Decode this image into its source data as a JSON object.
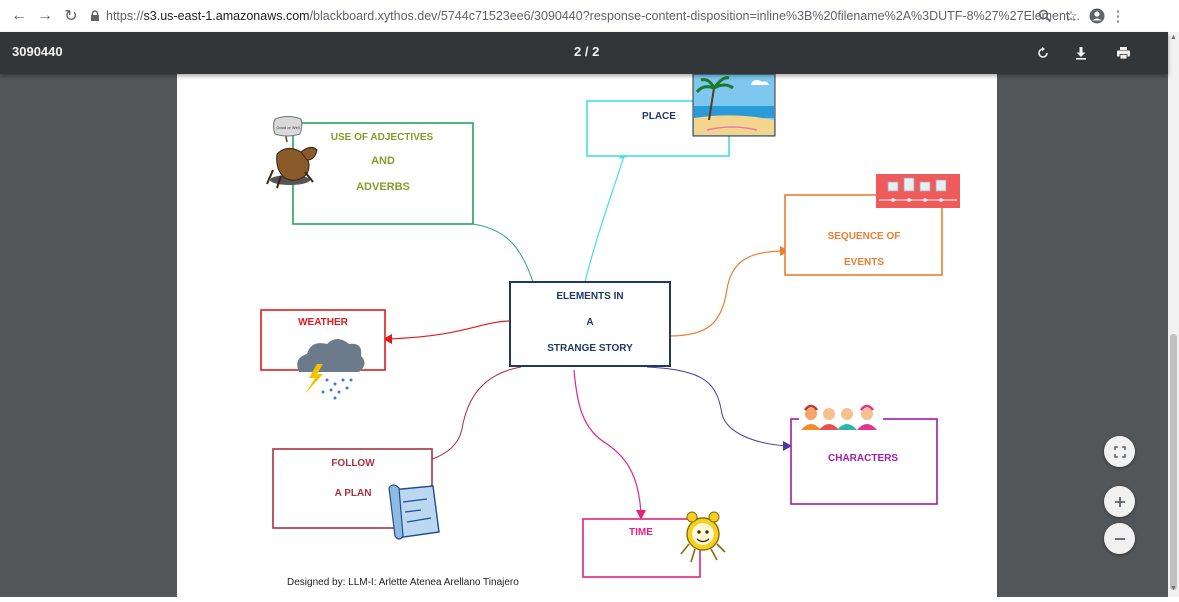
{
  "browser": {
    "url_prefix": "https://",
    "url_host": "s3.us-east-1.amazonaws.com",
    "url_rest": "/blackboard.xythos.dev/5744c71523ee6/3090440?response-content-disposition=inline%3B%20filename%2A%3DUTF-8%27%27Element..."
  },
  "viewer": {
    "title": "3090440",
    "page_indicator": "2 / 2"
  },
  "mindmap": {
    "center": {
      "line1": "ELEMENTS IN",
      "line2": "A",
      "line3": "STRANGE STORY"
    },
    "adjectives": {
      "line1": "USE OF ADJECTIVES",
      "line2": "AND",
      "line3": "ADVERBS"
    },
    "sign_text": "Good or Well",
    "place": "PLACE",
    "sequence": {
      "line1": "SEQUENCE OF",
      "line2": "EVENTS"
    },
    "weather": "WEATHER",
    "follow": {
      "line1": "FOLLOW",
      "line2": "A PLAN"
    },
    "time": "TIME",
    "characters": "CHARACTERS",
    "credit": "Designed by: LLM-I: Arlette Atenea Arellano Tinajero"
  },
  "colors": {
    "center_border": "#1f3864",
    "center_text": "#1f3864",
    "adjectives_border": "#23a35b",
    "adjectives_text": "#8a9a2b",
    "place": "#40e0e0",
    "sequence": "#ed7d31",
    "weather": "#e31a1c",
    "follow": "#a83240",
    "time": "#e6227f",
    "characters": "#a11caa",
    "pdf_toolbar": "#323639",
    "viewer_bg": "#525659"
  }
}
